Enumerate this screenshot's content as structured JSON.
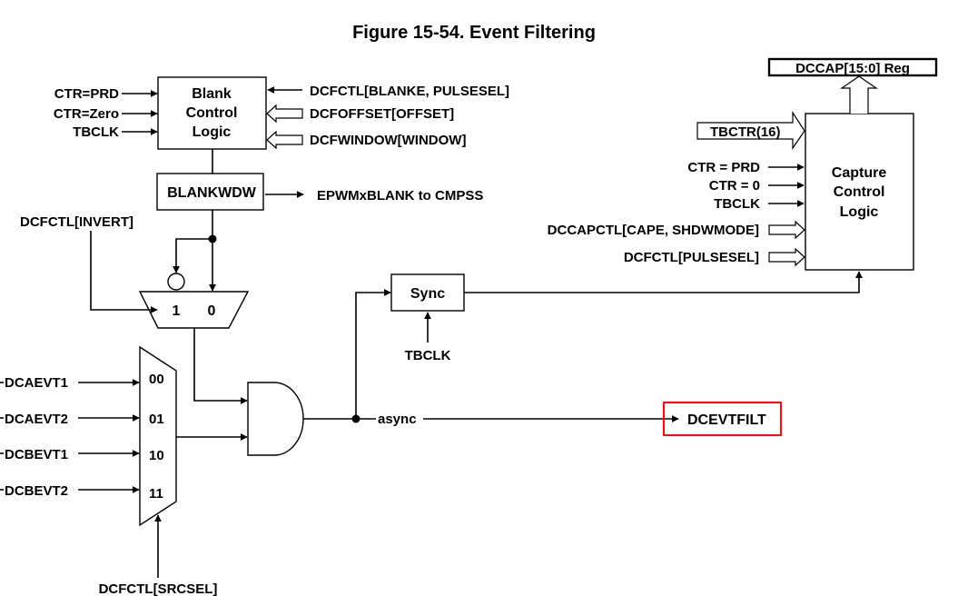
{
  "figure": {
    "title": "Figure 15-54. Event Filtering"
  },
  "blank_control": {
    "label_lines": [
      "Blank",
      "Control",
      "Logic"
    ],
    "inputs_left": [
      "CTR=PRD",
      "CTR=Zero",
      "TBCLK"
    ],
    "inputs_right": [
      "DCFCTL[BLANKE, PULSESEL]",
      "DCFOFFSET[OFFSET]",
      "DCFWINDOW[WINDOW]"
    ]
  },
  "blankwdw": {
    "label": "BLANKWDW",
    "output": "EPWMxBLANK to CMPSS"
  },
  "invert_mux": {
    "select": "DCFCTL[INVERT]",
    "input_labels": [
      "1",
      "0"
    ]
  },
  "source_mux": {
    "inputs": [
      "DCAEVT1",
      "DCAEVT2",
      "DCBEVT1",
      "DCBEVT2"
    ],
    "input_codes": [
      "00",
      "01",
      "10",
      "11"
    ],
    "select": "DCFCTL[SRCSEL]"
  },
  "sync": {
    "label": "Sync",
    "clock": "TBCLK"
  },
  "async_label": "async",
  "output": {
    "label": "DCEVTFILT",
    "highlight_color": "#e0161b"
  },
  "capture_control": {
    "label_lines": [
      "Capture",
      "Control",
      "Logic"
    ],
    "register": "DCCAP[15:0] Reg",
    "bus_input": "TBCTR(16)",
    "inputs": [
      "CTR = PRD",
      "CTR = 0",
      "TBCLK"
    ],
    "bus_inputs": [
      "DCCAPCTL[CAPE, SHDWMODE]",
      "DCFCTL[PULSESEL]"
    ]
  }
}
